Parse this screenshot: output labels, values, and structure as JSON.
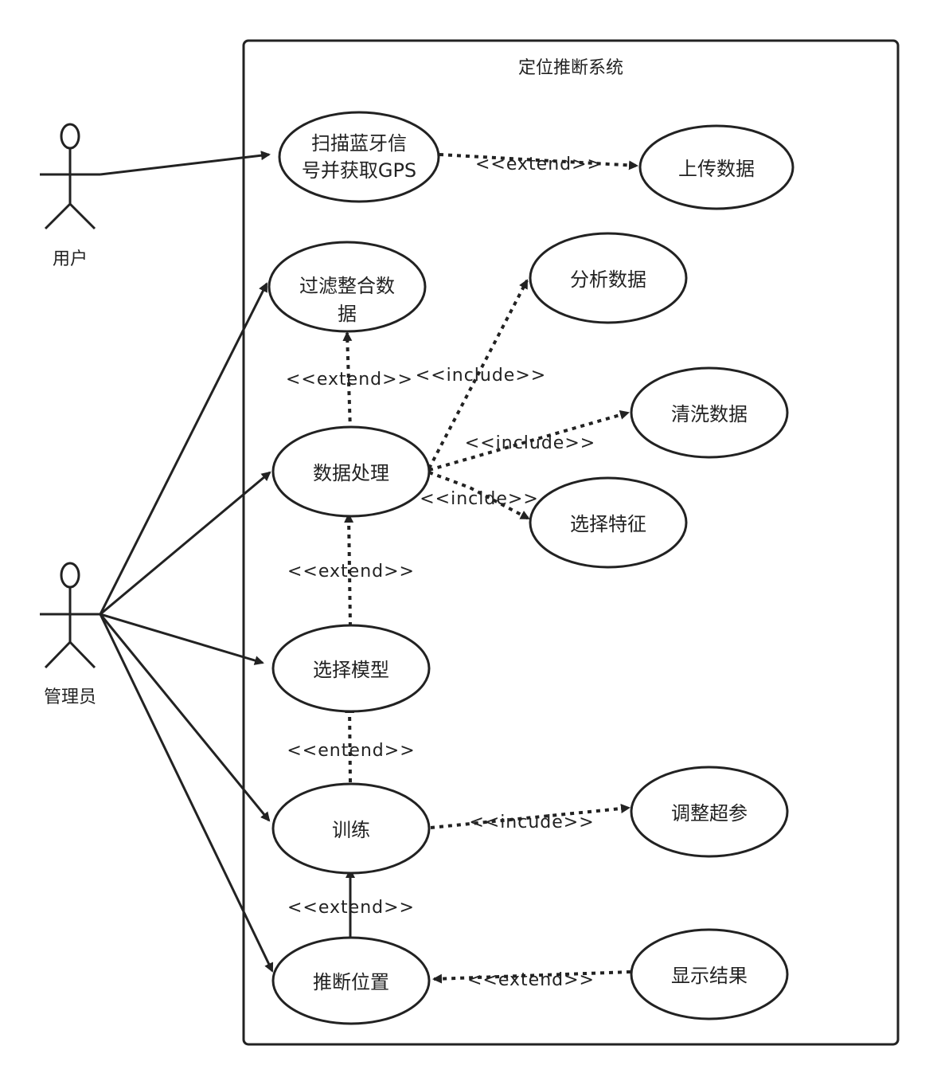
{
  "system": {
    "title": "定位推断系统"
  },
  "actors": {
    "user": "用户",
    "admin": "管理员"
  },
  "usecases": {
    "scan": [
      "扫描蓝牙信",
      "号并获取GPS"
    ],
    "upload": [
      "上传数据"
    ],
    "filter": [
      "过滤整合数",
      "据"
    ],
    "analyze": [
      "分析数据"
    ],
    "clean": [
      "清洗数据"
    ],
    "process": [
      "数据处理"
    ],
    "select_feature": [
      "选择特征"
    ],
    "select_model": [
      "选择模型"
    ],
    "train": [
      "训练"
    ],
    "tune": [
      "调整超参"
    ],
    "infer": [
      "推断位置"
    ],
    "show": [
      "显示结果"
    ]
  },
  "relation_labels": {
    "scan_upload": "<<extend>>",
    "process_filter": "<<extend>>",
    "process_analyze": "<<include>>",
    "process_clean": "<<include>>",
    "process_select_feature": "<<inclde>>",
    "model_process": "<<extend>>",
    "train_model": "<<entend>>",
    "train_tune": "<<incude>>",
    "infer_train": "<<extend>>",
    "show_infer": "<<extend>>"
  },
  "colors": {
    "stroke": "#222222",
    "background": "#ffffff"
  }
}
